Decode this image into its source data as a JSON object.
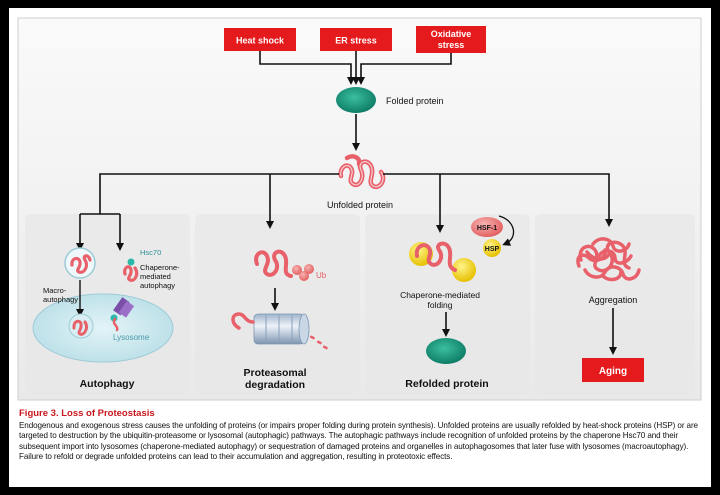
{
  "stressors": [
    "Heat shock",
    "ER stress",
    "Oxidative stress"
  ],
  "stressor_lines": [
    [
      "Heat shock"
    ],
    [
      "ER stress"
    ],
    [
      "Oxidative",
      "stress"
    ]
  ],
  "nodes": {
    "folded": "Folded protein",
    "unfolded": "Unfolded protein",
    "ub": "Ub",
    "hsf1": "HSF-1",
    "hsp": "HSP",
    "chaperone_folding": [
      "Chaperone-mediated",
      "folding"
    ],
    "aggregation": "Aggregation",
    "aging": "Aging"
  },
  "autophagy": {
    "hsc70": "Hsc70",
    "cma": [
      "Chaperone-",
      "mediated",
      "autophagy"
    ],
    "macro": [
      "Macro-",
      "autophagy"
    ],
    "lysosome": "Lysosome"
  },
  "panels": {
    "autophagy": "Autophagy",
    "proteasomal": [
      "Proteasomal",
      "degradation"
    ],
    "refolded": "Refolded protein"
  },
  "colors": {
    "red": "#e41a1c",
    "teal": "#14977c",
    "protein": "#e8606a",
    "hsp_yellow": "#f0d21e",
    "lysosome": "#c8e8ee",
    "panel_gray": "#efefef"
  },
  "caption": {
    "title": "Figure 3.  Loss of Proteostasis",
    "body": "Endogenous and exogenous stress causes the unfolding of proteins (or impairs proper folding during protein synthesis). Unfolded proteins are usually refolded by heat-shock proteins (HSP) or are targeted to destruction by the ubiquitin-proteasome or lysosomal (autophagic) pathways. The autophagic pathways include recognition of unfolded proteins by the chaperone Hsc70 and their subsequent import into lysosomes (chaperone-mediated autophagy) or sequestration of damaged proteins and organelles in autophagosomes that later fuse with lysosomes (macroautophagy). Failure to refold or degrade unfolded proteins can lead to their accumulation and aggregation, resulting in proteotoxic effects."
  }
}
